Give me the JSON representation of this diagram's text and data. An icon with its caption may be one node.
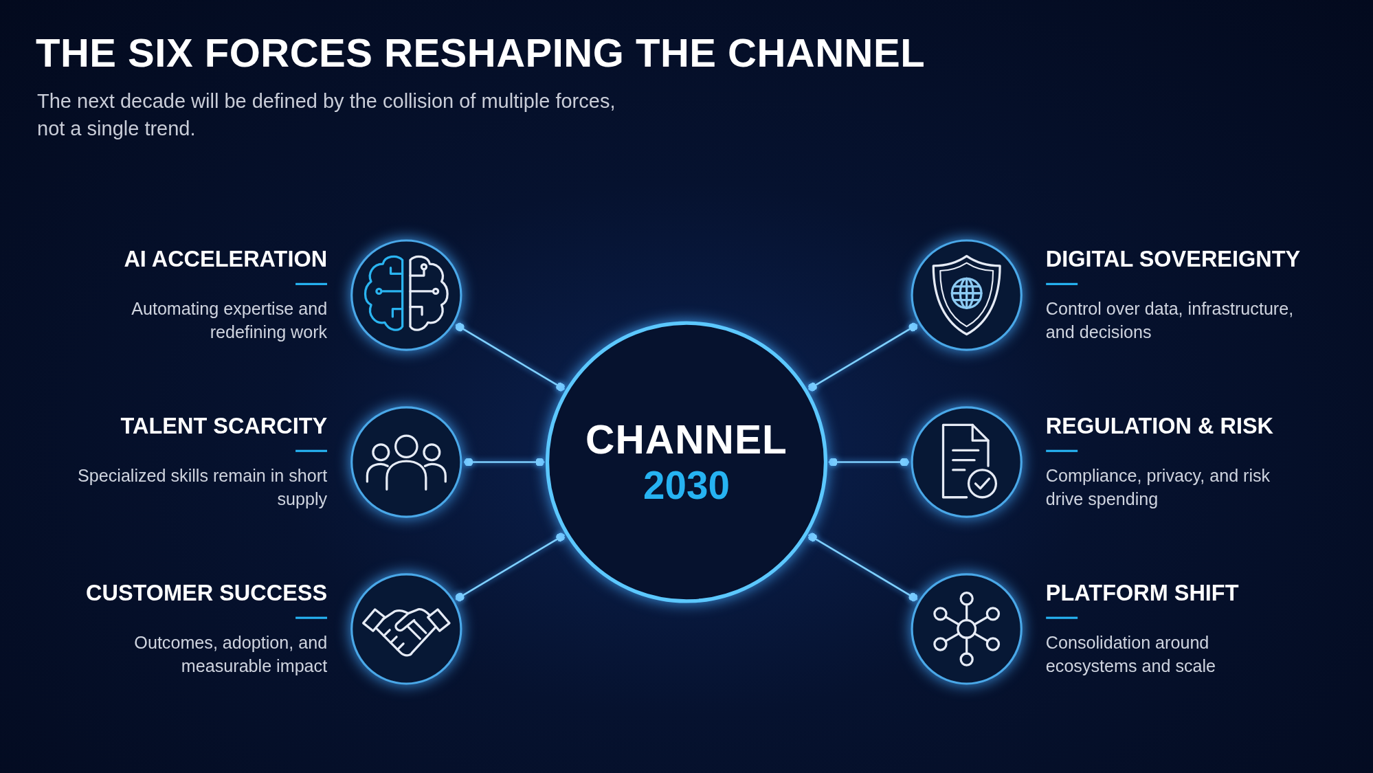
{
  "diagram": {
    "title": "THE SIX FORCES RESHAPING THE CHANNEL",
    "nodes": [
      {
        "text": [],
        "shape": "circle",
        "beside": [
          "AI ACCELERATION",
          "Automating expertise and redefining work"
        ]
      },
      {
        "text": [],
        "shape": "circle",
        "beside": [
          "DIGITAL SOVEREIGNTY",
          "Control over data, infrastructure, and decisions"
        ]
      },
      {
        "text": [],
        "shape": "circle",
        "beside": [
          "TALENT SCARCITY",
          "Specialized skills remain in short supply"
        ]
      },
      {
        "text": [
          "CHANNEL",
          "2030"
        ]
      },
      {
        "text": [],
        "shape": "circle",
        "beside": [
          "REGULATION & RISK",
          "Compliance, privacy, and risk drive spending"
        ]
      },
      {
        "text": [],
        "shape": "circle",
        "beside": [
          "CUSTOMER SUCCESS",
          "Outcomes, adoption, and measurable impact"
        ]
      },
      {
        "text": [],
        "shape": "circle",
        "beside": [
          "PLATFORM SHIFT",
          "Consolidation around ecosystems and scale"
        ]
      }
    ],
    "edges": [
      {
        "from": 0,
        "to": 3,
        "arrow": "other"
      },
      {
        "from": 3,
        "to": 1,
        "arrow": "other"
      },
      {
        "from": 2,
        "to": 3,
        "arrow": "other"
      },
      {
        "from": 3,
        "to": 4,
        "arrow": "other"
      },
      {
        "from": 5,
        "to": 3,
        "arrow": "other"
      },
      {
        "from": 3,
        "to": 6,
        "arrow": "other"
      }
    ],
    "labels": [
      "The next decade will be defined by the collision of multiple forces, not a single trend."
    ]
  }
}
